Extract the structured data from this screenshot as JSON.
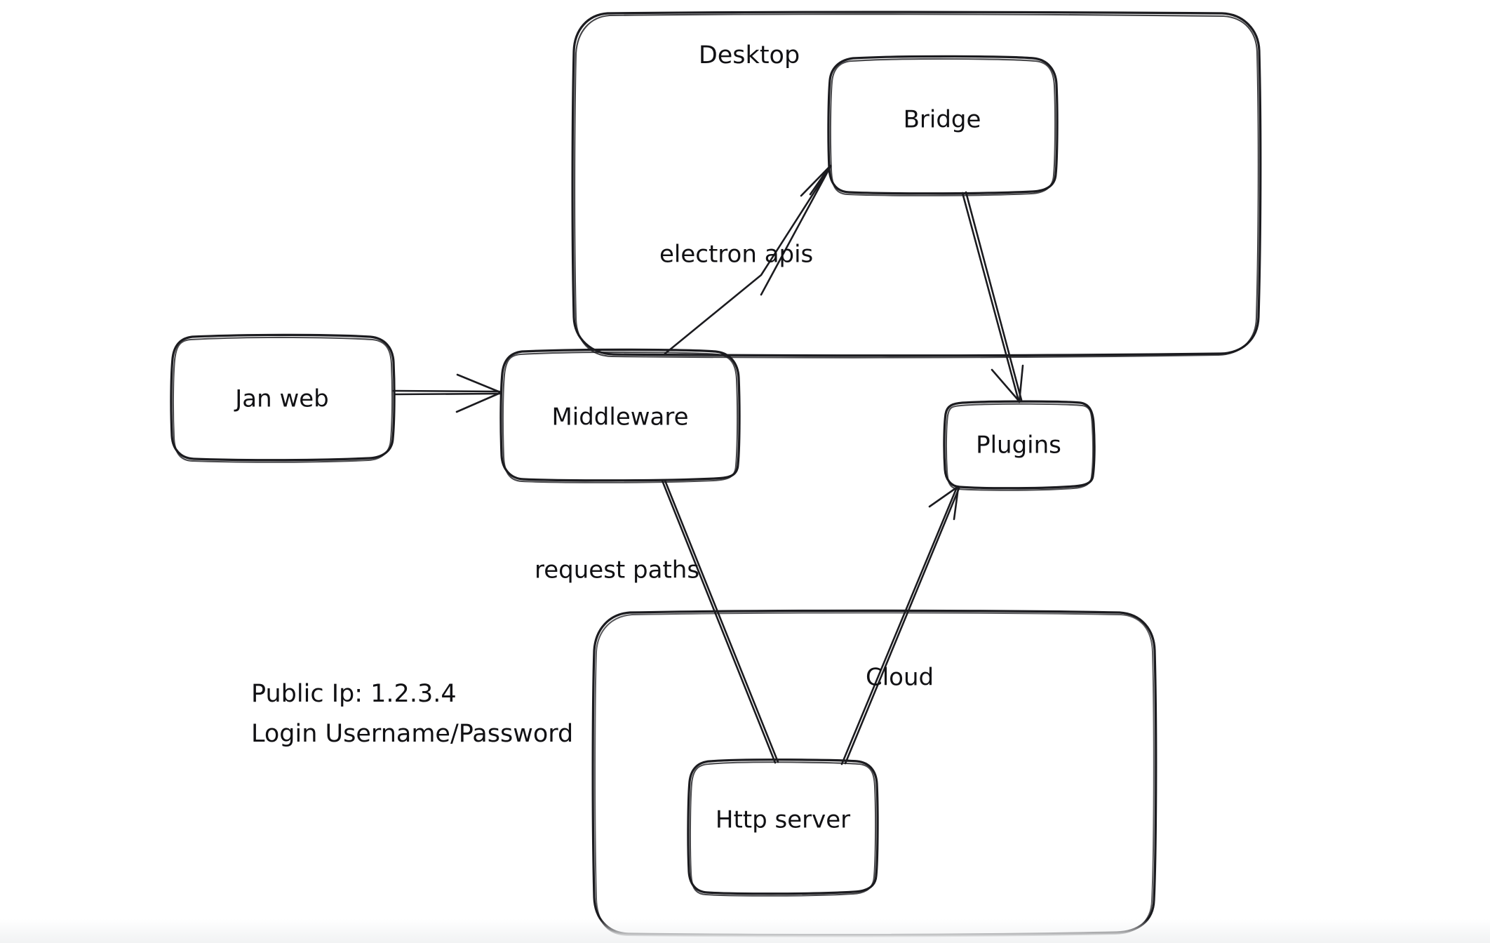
{
  "diagram": {
    "title": "Jan architecture sketch",
    "style": "hand-drawn",
    "background_color": "#ffffff",
    "stroke_color": "#1b1b1f",
    "text_color": "#111114"
  },
  "groups": [
    {
      "id": "desktop",
      "label": "Desktop"
    },
    {
      "id": "cloud",
      "label": ""
    }
  ],
  "nodes": [
    {
      "id": "jan-web",
      "label": "Jan web"
    },
    {
      "id": "middleware",
      "label": "Middleware"
    },
    {
      "id": "bridge",
      "label": "Bridge"
    },
    {
      "id": "plugins",
      "label": "Plugins"
    },
    {
      "id": "http-server",
      "label": "Http server"
    }
  ],
  "edges": [
    {
      "id": "janweb-to-middleware",
      "from": "jan-web",
      "to": "middleware",
      "label": ""
    },
    {
      "id": "middleware-to-bridge",
      "from": "middleware",
      "to": "bridge",
      "label": "electron apis"
    },
    {
      "id": "bridge-to-plugins",
      "from": "bridge",
      "to": "plugins",
      "label": ""
    },
    {
      "id": "middleware-to-httpserver",
      "from": "middleware",
      "to": "http-server",
      "label": "request paths"
    },
    {
      "id": "httpserver-to-plugins",
      "from": "http-server",
      "to": "plugins",
      "label": "Cloud"
    }
  ],
  "notes": {
    "public_ip": "Public Ip: 1.2.3.4",
    "login": "Login Username/Password"
  }
}
